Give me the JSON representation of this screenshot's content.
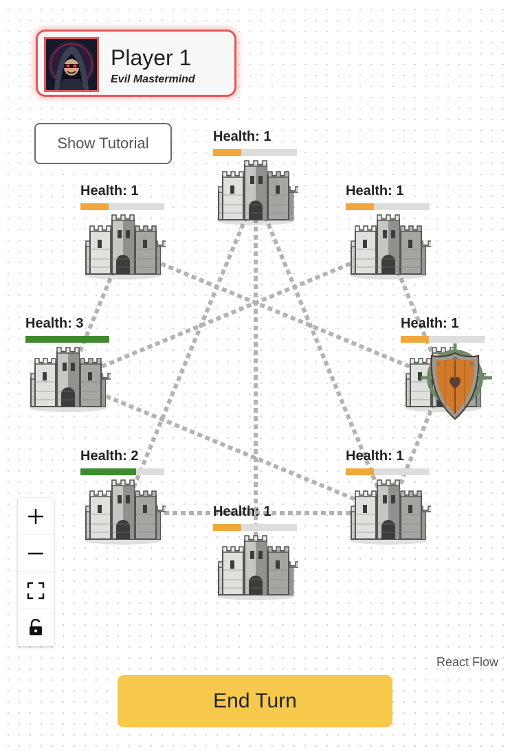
{
  "player": {
    "name": "Player 1",
    "role": "Evil Mastermind",
    "avatar_icon": "hooded-villain-avatar",
    "accent_color": "#e05a5a"
  },
  "tutorial_button": {
    "label": "Show Tutorial"
  },
  "board": {
    "castles": [
      {
        "id": "top",
        "label": "Health: 1",
        "health": 1,
        "max_health": 3
      },
      {
        "id": "upper-left",
        "label": "Health: 1",
        "health": 1,
        "max_health": 3
      },
      {
        "id": "upper-right",
        "label": "Health: 1",
        "health": 1,
        "max_health": 3
      },
      {
        "id": "left",
        "label": "Health: 3",
        "health": 3,
        "max_health": 3
      },
      {
        "id": "right",
        "label": "Health: 1",
        "health": 1,
        "max_health": 3,
        "shielded": true
      },
      {
        "id": "lower-left",
        "label": "Health: 2",
        "health": 2,
        "max_health": 3
      },
      {
        "id": "lower-right",
        "label": "Health: 1",
        "health": 1,
        "max_health": 3
      },
      {
        "id": "bottom",
        "label": "Health: 1",
        "health": 1,
        "max_health": 3
      }
    ],
    "links": [
      [
        "top",
        "lower-left"
      ],
      [
        "top",
        "lower-right"
      ],
      [
        "top",
        "bottom"
      ],
      [
        "upper-left",
        "right"
      ],
      [
        "upper-left",
        "left"
      ],
      [
        "upper-right",
        "left"
      ],
      [
        "upper-right",
        "right"
      ],
      [
        "left",
        "lower-right"
      ],
      [
        "lower-left",
        "lower-right"
      ],
      [
        "right",
        "lower-right"
      ]
    ],
    "colors": {
      "strong": "#3e8a2c",
      "weak": "#f0a83a",
      "empty": "#dddddd",
      "link": "#b3b3b3"
    },
    "shield_icon": "shield-target-icon"
  },
  "controls": [
    {
      "id": "zoom-in",
      "icon": "plus-icon"
    },
    {
      "id": "zoom-out",
      "icon": "minus-icon"
    },
    {
      "id": "fit-view",
      "icon": "fit-view-icon"
    },
    {
      "id": "lock",
      "icon": "lock-icon"
    }
  ],
  "attribution": "React Flow",
  "end_turn": {
    "label": "End Turn",
    "color": "#f6c94c"
  }
}
